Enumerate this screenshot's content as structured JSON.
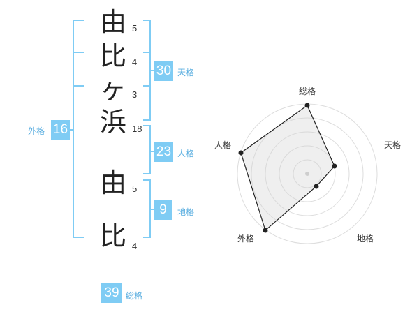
{
  "name": {
    "chars": [
      {
        "char": "由",
        "strokes": "5"
      },
      {
        "char": "比",
        "strokes": "4"
      },
      {
        "char": "ヶ",
        "strokes": "3"
      },
      {
        "char": "浜",
        "strokes": "18"
      },
      {
        "char": "由",
        "strokes": "5"
      },
      {
        "char": "比",
        "strokes": "4"
      }
    ]
  },
  "scores": {
    "tenkaku": {
      "value": "30",
      "label": "天格"
    },
    "jinkaku": {
      "value": "23",
      "label": "人格"
    },
    "chikaku": {
      "value": "9",
      "label": "地格"
    },
    "gaikaku": {
      "value": "16",
      "label": "外格"
    },
    "soukaku": {
      "value": "39",
      "label": "総格"
    }
  },
  "radar": {
    "labels": {
      "top": "総格",
      "right": "天格",
      "bottom_right": "地格",
      "bottom_left": "外格",
      "left": "人格"
    }
  },
  "colors": {
    "accent": "#7fccf4",
    "accent_text": "#5aaee0",
    "bracket": "#7fccf4"
  }
}
